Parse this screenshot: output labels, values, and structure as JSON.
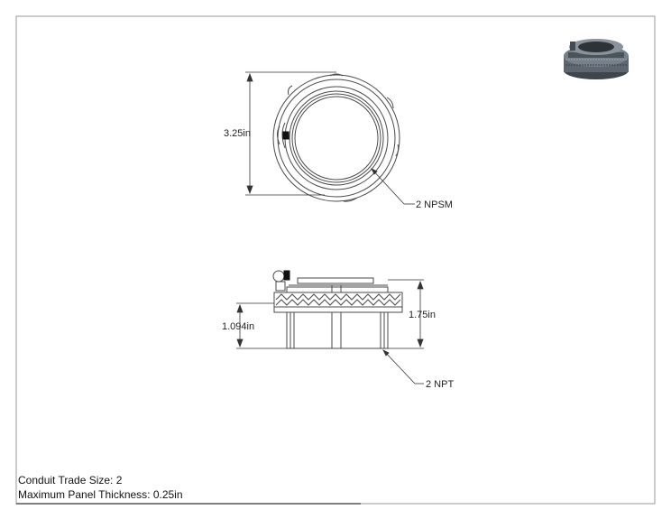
{
  "drawing": {
    "top_view": {
      "height_label": "3.25in",
      "thread_label": "2 NPSM"
    },
    "side_view": {
      "thread_length_label": "1.094in",
      "overall_height_label": "1.75in",
      "thread_label": "2 NPT"
    }
  },
  "notes": {
    "trade_size": "Conduit Trade Size: 2",
    "panel_thickness": "Maximum Panel Thickness: 0.25in"
  },
  "colors": {
    "line": "#4a4a4a",
    "border": "#9a9a9a",
    "thumbnail_body": "#5e6670"
  }
}
